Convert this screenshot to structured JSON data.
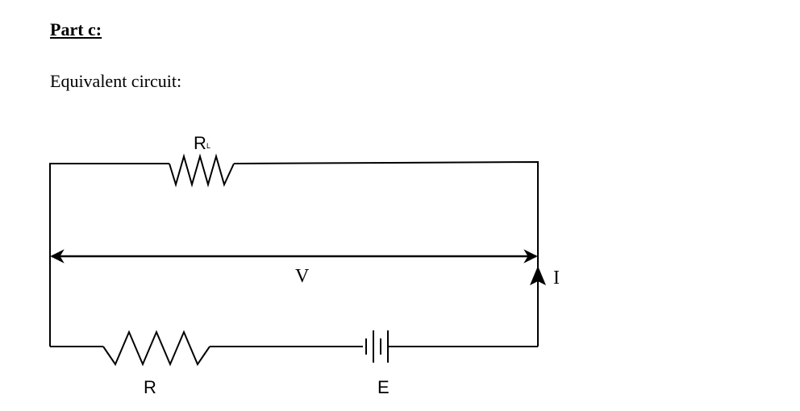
{
  "heading": "Part c:",
  "subheading": "Equivalent circuit:",
  "diagram": {
    "labels": {
      "rl_main": "R",
      "rl_sub": "L",
      "voltage": "V",
      "current": "I",
      "resistor": "R",
      "source": "E"
    }
  }
}
